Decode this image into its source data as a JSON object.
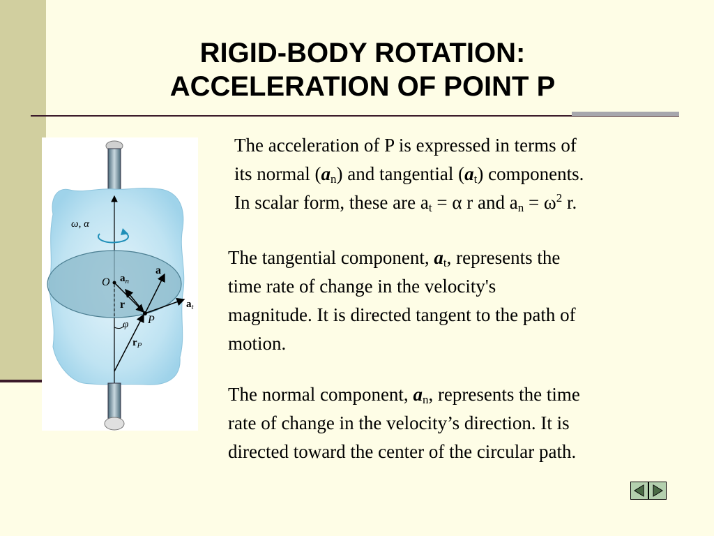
{
  "slide": {
    "title_line1": "RIGID-BODY ROTATION:",
    "title_line2": "ACCELERATION OF POINT P"
  },
  "figure": {
    "omega_alpha": "ω, α",
    "label_O": "O",
    "label_an_base": "a",
    "label_an_sub": "n",
    "label_a": "a",
    "label_r": "r",
    "label_at_base": "a",
    "label_at_sub": "t",
    "label_P": "P",
    "label_phi": "φ",
    "label_rP_base": "r",
    "label_rP_sub": "P"
  },
  "paragraph1": {
    "l1": "The acceleration of P is expressed in terms of",
    "l2_a": "its normal (",
    "l2_b": "a",
    "l2_c": "n",
    "l2_d": ") and tangential (",
    "l2_e": "a",
    "l2_f": "t",
    "l2_g": ") components.",
    "l3_a": "In scalar form, these are a",
    "l3_b": "t",
    "l3_c": " = α r and  a",
    "l3_d": "n",
    "l3_e": " = ω",
    "l3_f": "2",
    "l3_g": " r."
  },
  "paragraph2": {
    "l1_a": "The tangential component, ",
    "l1_b": "a",
    "l1_c": "t",
    "l1_d": ", represents the",
    "l2": "time rate of change in the velocity's",
    "l3": "magnitude.  It is directed tangent to the path of",
    "l4": "motion."
  },
  "paragraph3": {
    "l1_a": "The normal component, ",
    "l1_b": "a",
    "l1_c": "n",
    "l1_d": ", represents the time",
    "l2": "rate of change in the velocity’s direction.  It is",
    "l3": "directed toward the center of the circular path."
  },
  "colors": {
    "background": "#fefde6",
    "left_bar": "#d1cf9f",
    "rule": "#3b1a2a",
    "nav_button": "#b4d0ae"
  },
  "icons": {
    "nav_prev": "triangle-left-icon",
    "nav_next": "triangle-right-icon"
  }
}
